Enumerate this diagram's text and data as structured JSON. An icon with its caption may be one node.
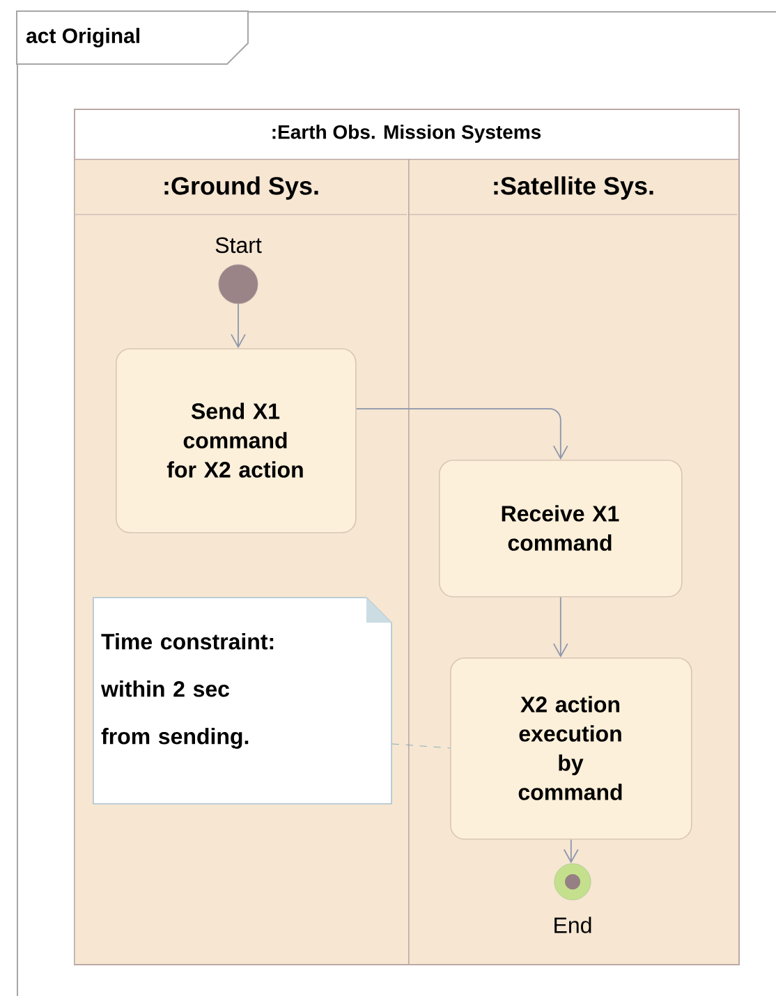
{
  "diagram": {
    "nodes": [
      {
        "text": [
          "act Original"
        ]
      },
      {
        "text": [
          ":Earth Obs. Mission Systems"
        ],
        "in": 0
      },
      {
        "text": [
          ":Ground Sys."
        ],
        "in": 1
      },
      {
        "text": [
          ":Satellite Sys."
        ],
        "in": 1
      },
      {
        "text": [],
        "shape": "circle",
        "beside": [
          "Start"
        ],
        "in": 2
      },
      {
        "text": [
          "Send X1 command for X2 action"
        ],
        "in": 2
      },
      {
        "text": [
          "Receive X1 command"
        ],
        "in": 3
      },
      {
        "text": [
          "X2 action execution by command"
        ],
        "in": 3
      },
      {
        "text": [],
        "shape": "circle",
        "beside": [
          "End"
        ],
        "in": 3
      },
      {
        "text": [
          "Time constraint: within 2 sec from sending."
        ],
        "in": 2
      }
    ],
    "edges": [
      {
        "from": 4,
        "to": 5,
        "arrow": "to"
      },
      {
        "from": 5,
        "to": 6,
        "arrow": "to"
      },
      {
        "from": 6,
        "to": 7,
        "arrow": "to"
      },
      {
        "from": 7,
        "to": 8,
        "arrow": "to"
      },
      {
        "from": 9,
        "to": 7,
        "arrow": "none",
        "style": "dashed",
        "color": "#6fa0b0"
      }
    ]
  }
}
